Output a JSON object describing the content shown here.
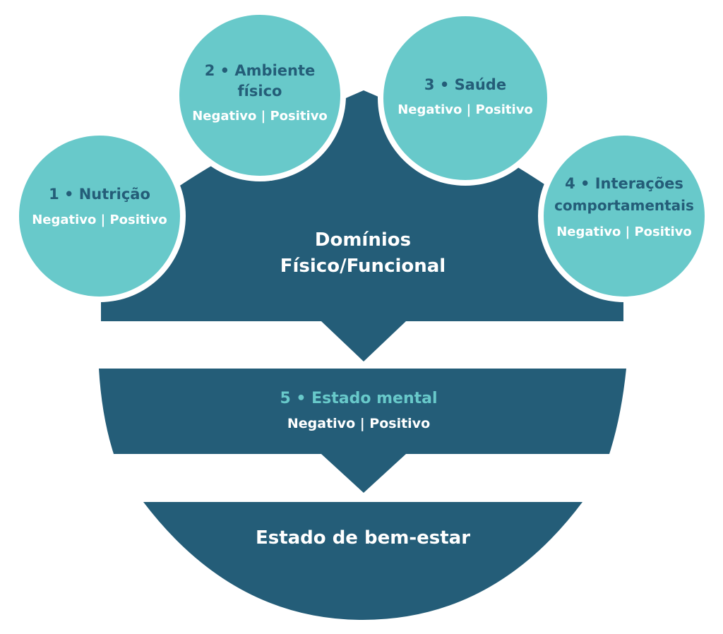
{
  "colors": {
    "dark": "#245d78",
    "teal": "#68c9ca",
    "white": "#ffffff",
    "title_teal": "#68c9ca",
    "label_dark": "#245d78"
  },
  "center": {
    "line1": "Domínios",
    "line2": "Físico/Funcional"
  },
  "domains": [
    {
      "title_lines": [
        "1 • Nutrição"
      ],
      "subtitle": "Negativo | Positivo"
    },
    {
      "title_lines": [
        "2 • Ambiente",
        "físico"
      ],
      "subtitle": "Negativo | Positivo"
    },
    {
      "title_lines": [
        "3 • Saúde"
      ],
      "subtitle": "Negativo | Positivo"
    },
    {
      "title_lines": [
        "4 • Interações",
        "comportamentais"
      ],
      "subtitle": "Negativo | Positivo"
    }
  ],
  "mental": {
    "title": "5 • Estado mental",
    "subtitle": "Negativo | Positivo"
  },
  "welfare": {
    "title": "Estado de bem-estar"
  }
}
